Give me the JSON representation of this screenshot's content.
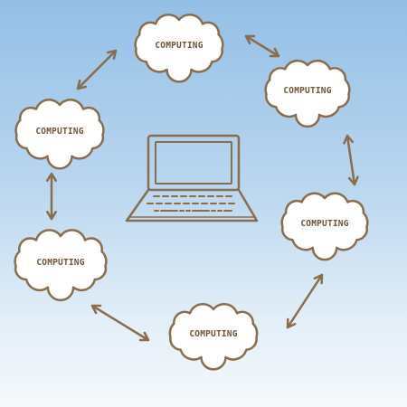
{
  "diagram": {
    "center_icon": "laptop-icon",
    "clouds": [
      {
        "label": "COMPUTING"
      },
      {
        "label": "COMPUTING"
      },
      {
        "label": "COMPUTING"
      },
      {
        "label": "COMPUTING"
      },
      {
        "label": "COMPUTING"
      },
      {
        "label": "COMPUTING"
      }
    ]
  },
  "colors": {
    "stroke": "#8a6d4c",
    "cloud_fill": "#ffffff",
    "label": "#6e5438",
    "sky_top": "#94bfe6",
    "sky_bottom": "#f5f9fc"
  }
}
